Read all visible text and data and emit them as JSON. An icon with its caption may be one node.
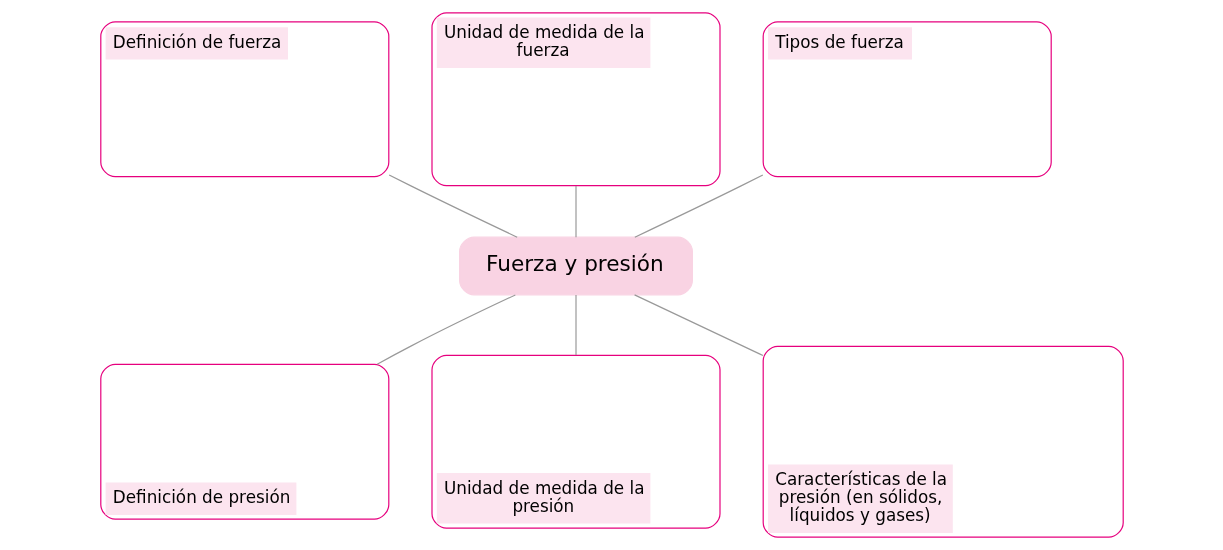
{
  "diagram": {
    "nodes": [
      {
        "text": [
          "Definición de fuerza"
        ]
      },
      {
        "text": [
          "Unidad de medida de la fuerza"
        ]
      },
      {
        "text": [
          "Tipos de fuerza"
        ]
      },
      {
        "text": [
          "Fuerza y presión"
        ]
      },
      {
        "text": [
          "Definición de presión"
        ]
      },
      {
        "text": [
          "Unidad de medida de la presión"
        ]
      },
      {
        "text": [
          "Características de la presión (en sólidos, líquidos y gases)"
        ]
      }
    ],
    "edges": [
      {
        "from": 0,
        "to": 3,
        "arrow": "none"
      },
      {
        "from": 1,
        "to": 3,
        "arrow": "none"
      },
      {
        "from": 2,
        "to": 3,
        "arrow": "none"
      },
      {
        "from": 3,
        "to": 4,
        "arrow": "none"
      },
      {
        "from": 3,
        "to": 5,
        "arrow": "none"
      },
      {
        "from": 3,
        "to": 6,
        "arrow": "none"
      }
    ]
  }
}
